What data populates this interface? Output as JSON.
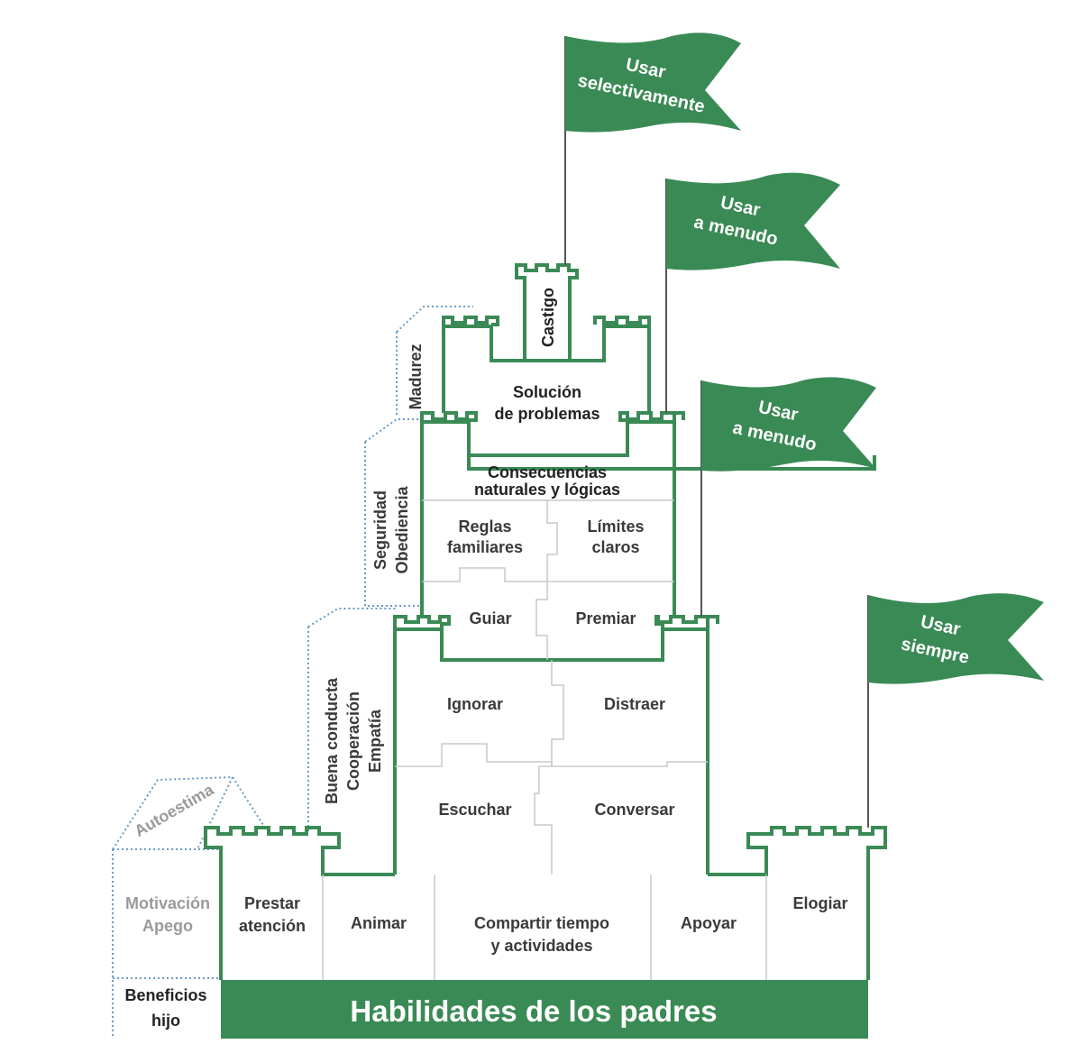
{
  "colors": {
    "green": "#3a8a55",
    "text": "#3a3a3a",
    "muted": "#9a9a9a",
    "divider": "#c8c8c8",
    "dotted": "#6a9ac8"
  },
  "base": {
    "title": "Habilidades de los padres",
    "benefits_label": [
      "Beneficios",
      "hijo"
    ]
  },
  "flags": [
    {
      "lines": [
        "Usar",
        "selectivamente"
      ]
    },
    {
      "lines": [
        "Usar",
        "a menudo"
      ]
    },
    {
      "lines": [
        "Usar",
        "a menudo"
      ]
    },
    {
      "lines": [
        "Usar",
        "siempre"
      ]
    }
  ],
  "levels": {
    "bottom": [
      "Prestar atención",
      "Animar",
      "Compartir tiempo y actividades",
      "Apoyar",
      "Elogiar"
    ],
    "second": [
      "Ignorar",
      "Distraer",
      "Escuchar",
      "Conversar"
    ],
    "third": [
      "Reglas familiares",
      "Límites claros",
      "Guiar",
      "Premiar"
    ],
    "fourth": [
      "Consecuencias naturales y lógicas"
    ],
    "fifth": [
      "Solución de problemas"
    ],
    "top": [
      "Castigo"
    ]
  },
  "benefits": {
    "bottom": [
      "Motivación",
      "Apego"
    ],
    "roof": "Autoestima",
    "second": [
      "Buena conducta",
      "Cooperación",
      "Empatía"
    ],
    "third": [
      "Seguridad",
      "Obediencia"
    ],
    "fourth": "Madurez"
  }
}
